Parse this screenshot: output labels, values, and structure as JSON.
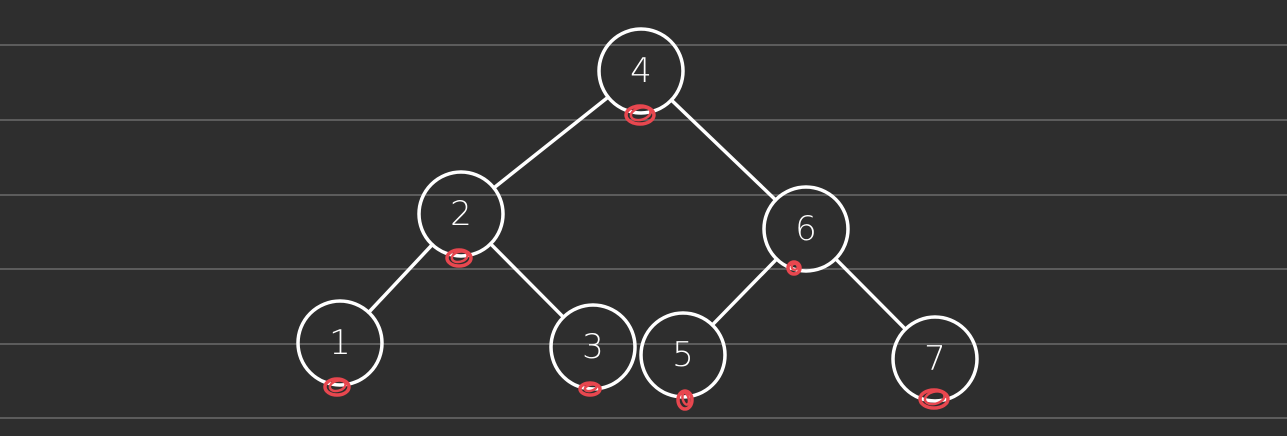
{
  "colors": {
    "background": "#2e2e2e",
    "ruled_line": "#5c5c5c",
    "node_stroke": "#ffffff",
    "edge": "#ffffff",
    "mark": "#e8474f"
  },
  "tree": {
    "nodes": [
      {
        "id": "n4",
        "label": "4"
      },
      {
        "id": "n2",
        "label": "2"
      },
      {
        "id": "n6",
        "label": "6"
      },
      {
        "id": "n1",
        "label": "1"
      },
      {
        "id": "n3",
        "label": "3"
      },
      {
        "id": "n5",
        "label": "5"
      },
      {
        "id": "n7",
        "label": "7"
      }
    ],
    "edges": [
      {
        "from": "n4",
        "to": "n2"
      },
      {
        "from": "n4",
        "to": "n6"
      },
      {
        "from": "n2",
        "to": "n1"
      },
      {
        "from": "n2",
        "to": "n3"
      },
      {
        "from": "n6",
        "to": "n5"
      },
      {
        "from": "n6",
        "to": "n7"
      }
    ]
  }
}
